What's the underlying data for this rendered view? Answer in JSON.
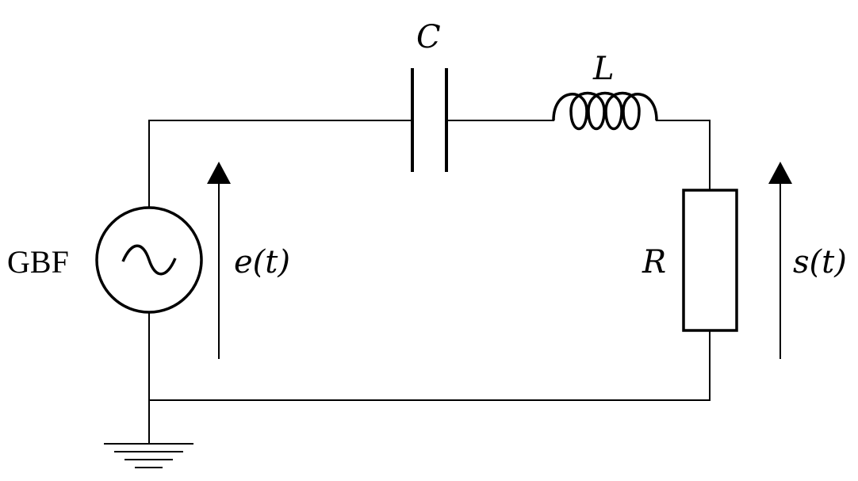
{
  "diagram": {
    "generator_label": "GBF",
    "input_voltage_label": "e(t)",
    "output_voltage_label": "s(t)",
    "capacitor_label": "C",
    "inductor_label": "L",
    "resistor_label": "R"
  },
  "icons": {
    "generator": "ac-sine-source-icon",
    "ground": "ground-icon",
    "capacitor": "capacitor-icon",
    "inductor": "inductor-coil-icon",
    "resistor": "resistor-box-icon"
  }
}
